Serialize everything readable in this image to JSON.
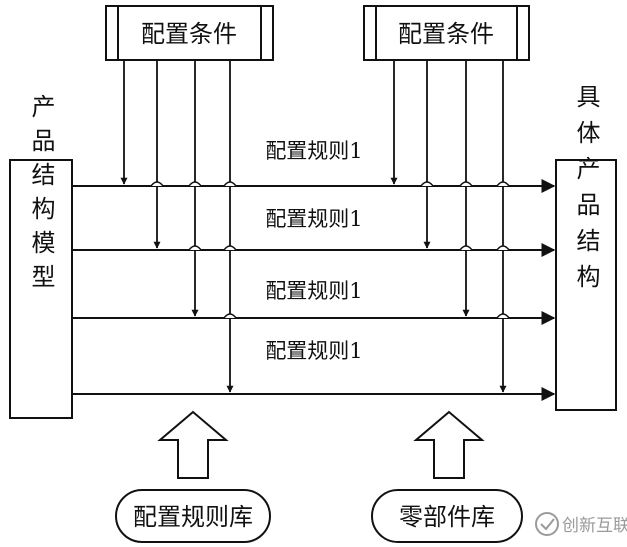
{
  "config_condition_left": "配置条件",
  "config_condition_right": "配置条件",
  "product_structure_model": "产品结构模型",
  "specific_product_structure": "具体产品结构",
  "rule_labels": [
    "配置规则1",
    "配置规则1",
    "配置规则1",
    "配置规则1"
  ],
  "config_rule_library": "配置规则库",
  "parts_library": "零部件库",
  "watermark": "创新互联"
}
